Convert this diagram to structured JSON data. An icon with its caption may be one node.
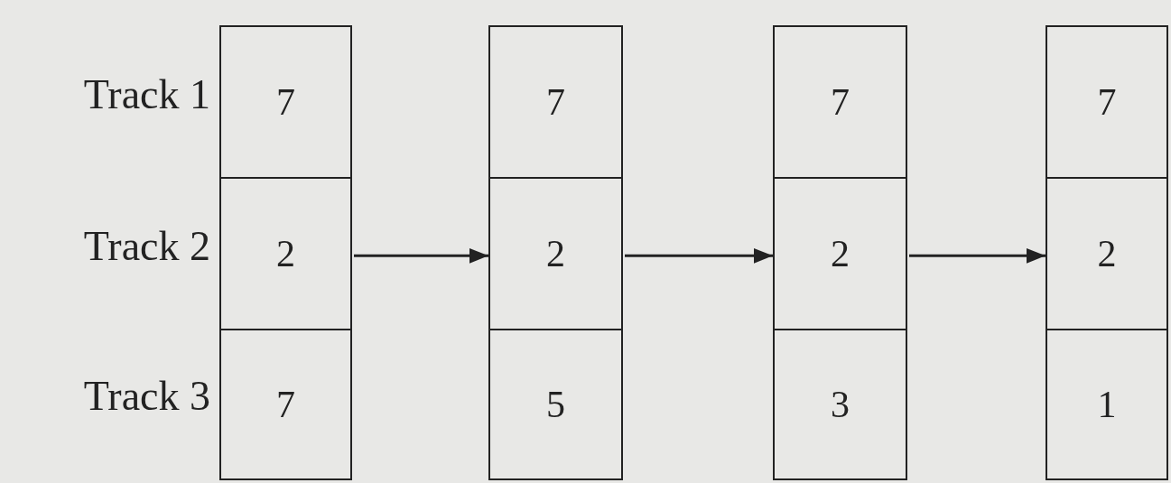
{
  "diagram": {
    "nodes": [
      {
        "text": [
          "7"
        ]
      },
      {
        "text": [
          "2"
        ]
      },
      {
        "text": [
          "7"
        ]
      },
      {
        "text": [
          "7"
        ]
      },
      {
        "text": [
          "2"
        ]
      },
      {
        "text": [
          "5"
        ]
      },
      {
        "text": [
          "7"
        ]
      },
      {
        "text": [
          "2"
        ]
      },
      {
        "text": [
          "3"
        ]
      },
      {
        "text": [
          "7"
        ]
      },
      {
        "text": [
          "2"
        ]
      },
      {
        "text": [
          "1"
        ]
      }
    ],
    "edges": [
      {
        "from": 1,
        "to": 4,
        "arrow": "to"
      },
      {
        "from": 4,
        "to": 7,
        "arrow": "to"
      },
      {
        "from": 7,
        "to": 10,
        "arrow": "to"
      }
    ],
    "labels": [
      "Track 1",
      "Track 2",
      "Track 3"
    ]
  }
}
